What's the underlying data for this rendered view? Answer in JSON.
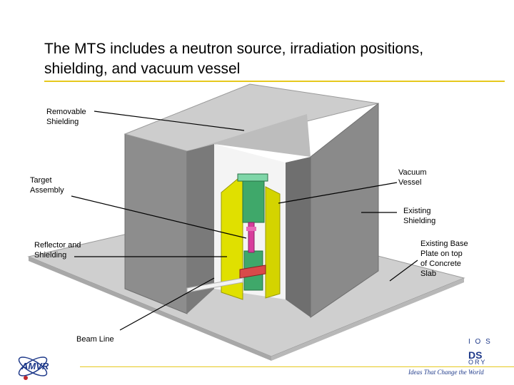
{
  "title": "The MTS includes a neutron source, irradiation positions, shielding, and vacuum vessel",
  "callouts": {
    "removable_shielding": "Removable\nShielding",
    "target_assembly": "Target\nAssembly",
    "reflector_shielding": "Reflector and\nShielding",
    "beam_line": "Beam Line",
    "vacuum_vessel": "Vacuum\nVessel",
    "existing_shielding": "Existing\nShielding",
    "existing_base_plate": "Existing Base\nPlate on top\nof Concrete\nSlab"
  },
  "footer": {
    "logo_text": "AMVR",
    "tagline": "Ideas That Change the World",
    "frag_top": "I O S",
    "frag_mid": "DS",
    "frag_bot": "ORY"
  },
  "colors": {
    "accent": "#e6c81e",
    "shield_top": "#c9c9c9",
    "shield_side": "#8d8d8d",
    "shield_dark": "#6f6f6f",
    "base_plate": "#cfcfcf",
    "yellow_panel": "#e0e000",
    "vessel": "#3fa86a",
    "rod": "#d83c9c",
    "brand_blue": "#1f3a8a"
  }
}
